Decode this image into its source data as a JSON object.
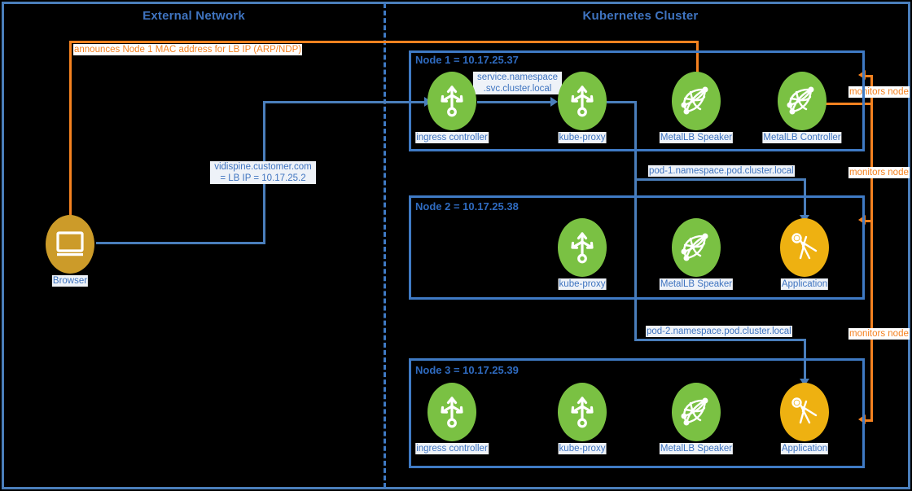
{
  "diagram": {
    "title_external": "External Network",
    "title_cluster": "Kubernetes Cluster",
    "colors": {
      "blue": "#4a7ebb",
      "node_blue": "#3f7ac4",
      "label_blue": "#3f74c0",
      "orange": "#f58220",
      "green": "#7ac143",
      "gold": "#eeb111",
      "bronze": "#cc9b29",
      "background": "#000000"
    }
  },
  "external": {
    "browser_label": "Browser",
    "browser_icon": "monitor-icon",
    "announce_label": "announces Node 1 MAC address for LB IP (ARP/NDP)",
    "lb_label": "vidispine.customer.com\n= LB IP = 10.17.25.2"
  },
  "nodes": [
    {
      "title": "Node 1 = 10.17.25.37",
      "pods": [
        {
          "label": "ingress controller",
          "icon": "trident-routing-icon",
          "color": "green"
        },
        {
          "label": "kube-proxy",
          "icon": "trident-routing-icon",
          "color": "green"
        },
        {
          "label": "MetalLB Speaker",
          "icon": "net-web-icon",
          "color": "green"
        },
        {
          "label": "MetalLB Controller",
          "icon": "net-web-icon",
          "color": "green"
        }
      ]
    },
    {
      "title": "Node 2 = 10.17.25.38",
      "pods": [
        {
          "label": "kube-proxy",
          "icon": "trident-routing-icon",
          "color": "green"
        },
        {
          "label": "MetalLB Speaker",
          "icon": "net-web-icon",
          "color": "green"
        },
        {
          "label": "Application",
          "icon": "compass-tool-icon",
          "color": "gold"
        }
      ]
    },
    {
      "title": "Node 3 = 10.17.25.39",
      "pods": [
        {
          "label": "ingress controller",
          "icon": "trident-routing-icon",
          "color": "green"
        },
        {
          "label": "kube-proxy",
          "icon": "trident-routing-icon",
          "color": "green"
        },
        {
          "label": "MetalLB Speaker",
          "icon": "net-web-icon",
          "color": "green"
        },
        {
          "label": "Application",
          "icon": "compass-tool-icon",
          "color": "gold"
        }
      ]
    }
  ],
  "edge_labels": {
    "service_dns": "service.namespace\n.svc.cluster.local",
    "pod1_dns": "pod-1.namespace.pod.cluster.local",
    "pod2_dns": "pod-2.namespace.pod.cluster.local",
    "monitors_1": "monitors node",
    "monitors_2": "monitors node",
    "monitors_3": "monitors node"
  }
}
